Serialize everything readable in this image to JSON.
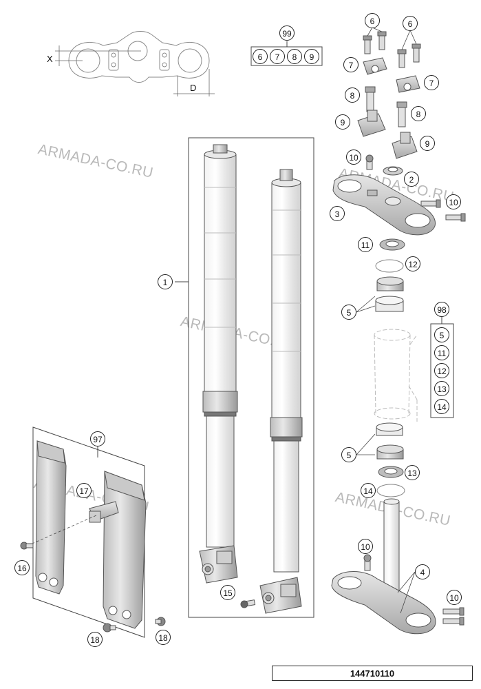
{
  "diagram": {
    "watermark": "ARMADA-CO.RU",
    "part_number": "144710110",
    "dimension_labels": {
      "x": "X",
      "d": "D"
    },
    "kit_99": {
      "label": "99",
      "items": [
        "6",
        "7",
        "8",
        "9"
      ]
    },
    "kit_98": {
      "label": "98",
      "items": [
        "5",
        "11",
        "12",
        "13",
        "14"
      ]
    },
    "kit_97": {
      "label": "97"
    },
    "callouts": {
      "fork_legs": "1",
      "top_clamp": "3",
      "dust_seal": "2",
      "lower_clamp": "4",
      "bearing_upper": "5",
      "bearing_lower": "5",
      "screws_left": "6",
      "screws_right": "6",
      "bar_clamp_left": "7",
      "bar_clamp_right": "7",
      "bolt_left": "8",
      "bolt_right": "8",
      "riser_left": "9",
      "riser_right": "9",
      "screw_top": "10",
      "screws_top_right": "10",
      "screw_lower": "10",
      "screws_lower_right": "10",
      "ring_11": "11",
      "seal_12": "12",
      "ring_13": "13",
      "seal_14": "14",
      "fork_screw": "15",
      "guard_screw": "16",
      "guard_clip": "17",
      "guard_screw_b1": "18",
      "guard_screw_b2": "18"
    }
  }
}
